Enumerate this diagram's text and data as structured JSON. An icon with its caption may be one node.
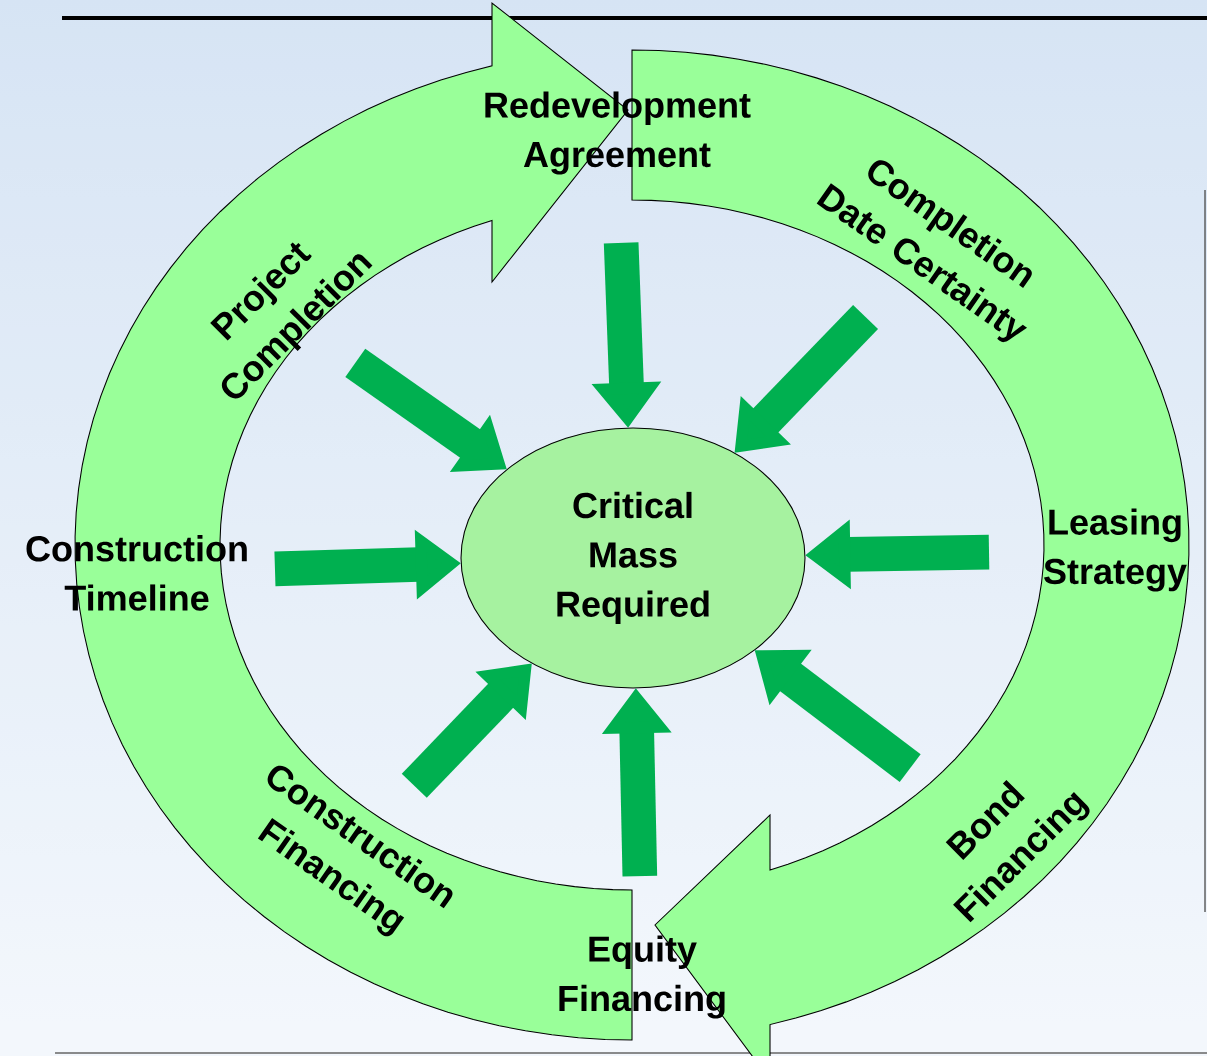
{
  "diagram": {
    "nodes": [
      {
        "text": [
          "Redevelopment Agreement"
        ]
      },
      {
        "text": [
          "Completion Date Certainty"
        ]
      },
      {
        "text": [
          "Project Completion"
        ]
      },
      {
        "text": [
          "Critical Mass Required"
        ]
      },
      {
        "text": [
          "Construction Timeline"
        ]
      },
      {
        "text": [
          "Leasing Strategy"
        ]
      },
      {
        "text": [
          "Construction Financing"
        ]
      },
      {
        "text": [
          "Bond Financing"
        ]
      },
      {
        "text": [
          "Equity Financing"
        ]
      }
    ],
    "edges": [
      {
        "from": 0,
        "to": 3,
        "arrow": "to"
      },
      {
        "from": 1,
        "to": 3,
        "arrow": "to"
      },
      {
        "from": 2,
        "to": 3,
        "arrow": "to"
      },
      {
        "from": 4,
        "to": 3,
        "arrow": "to"
      },
      {
        "from": 5,
        "to": 3,
        "arrow": "to"
      },
      {
        "from": 6,
        "to": 3,
        "arrow": "to"
      },
      {
        "from": 7,
        "to": 3,
        "arrow": "to"
      },
      {
        "from": 8,
        "to": 3,
        "arrow": "to"
      }
    ]
  }
}
